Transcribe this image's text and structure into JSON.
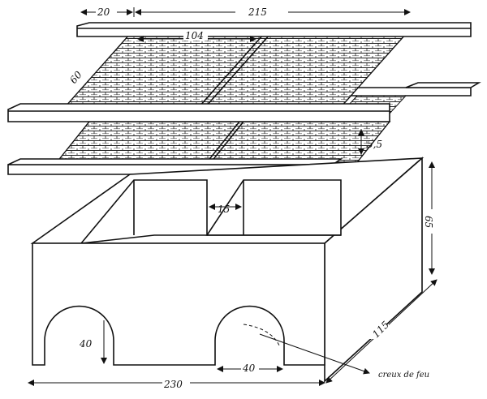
{
  "diagram": {
    "labels": {
      "beam_spacing": "20",
      "rack_length": "215",
      "tray_width": "104",
      "tray_depth": "60",
      "rack_gap": "5,5",
      "divider_width": "15",
      "box_height": "65",
      "box_depth": "115",
      "arch_height": "40",
      "arch_width": "40",
      "box_length": "230",
      "fire_hole": "creux de feu"
    }
  }
}
